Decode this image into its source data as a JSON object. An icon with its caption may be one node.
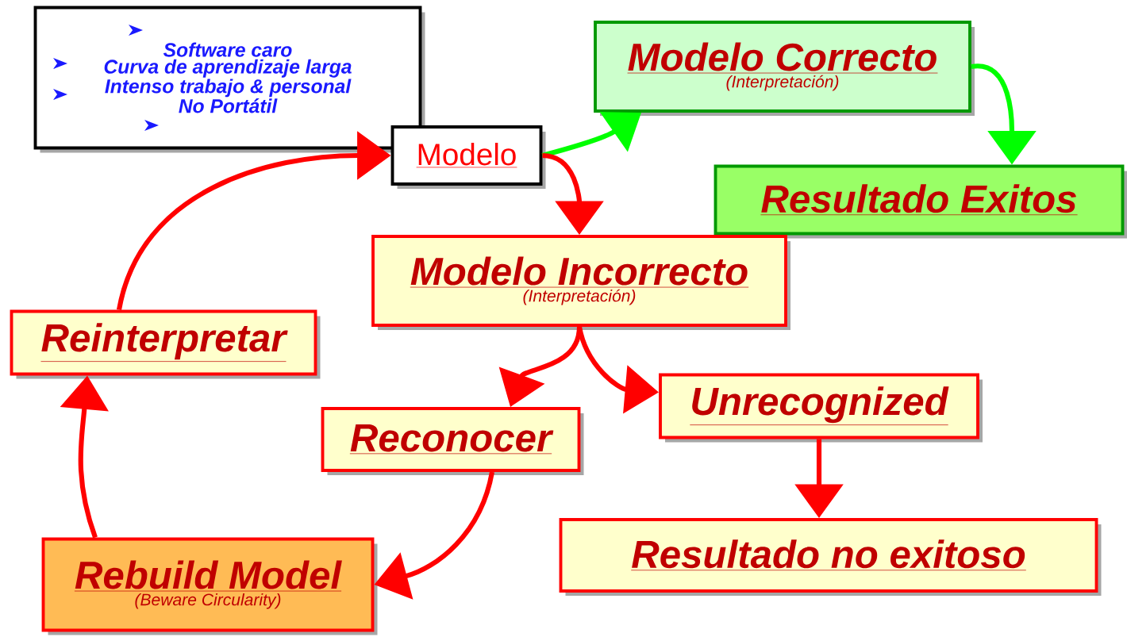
{
  "diagram": {
    "nodes": [
      {
        "text": [
          "Software caro",
          "Curva de aprendizaje larga",
          "Intenso trabajo & personal",
          "No Portátil"
        ]
      },
      {
        "text": [
          "Modelo"
        ]
      },
      {
        "text": [
          "Modelo Correcto",
          "(Interpretación)"
        ]
      },
      {
        "text": [
          "Resultado Exitos"
        ]
      },
      {
        "text": [
          "Modelo Incorrecto",
          "(Interpretación)"
        ]
      },
      {
        "text": [
          "Reinterpretar"
        ]
      },
      {
        "text": [
          "Reconocer"
        ]
      },
      {
        "text": [
          "Unrecognized"
        ]
      },
      {
        "text": [
          "Rebuild Model",
          "(Beware Circularity)"
        ]
      },
      {
        "text": [
          "Resultado no exitoso"
        ]
      }
    ],
    "edges": [
      {
        "from": 1,
        "to": 2,
        "arrow": "to",
        "color": "#00ff00"
      },
      {
        "from": 2,
        "to": 3,
        "arrow": "to",
        "color": "#00ff00"
      },
      {
        "from": 1,
        "to": 4,
        "arrow": "to"
      },
      {
        "from": 4,
        "to": 6,
        "arrow": "to"
      },
      {
        "from": 4,
        "to": 7,
        "arrow": "to"
      },
      {
        "from": 7,
        "to": 9,
        "arrow": "to"
      },
      {
        "from": 6,
        "to": 8,
        "arrow": "to"
      },
      {
        "from": 8,
        "to": 5,
        "arrow": "to"
      },
      {
        "from": 5,
        "to": 1,
        "arrow": "to"
      }
    ]
  }
}
